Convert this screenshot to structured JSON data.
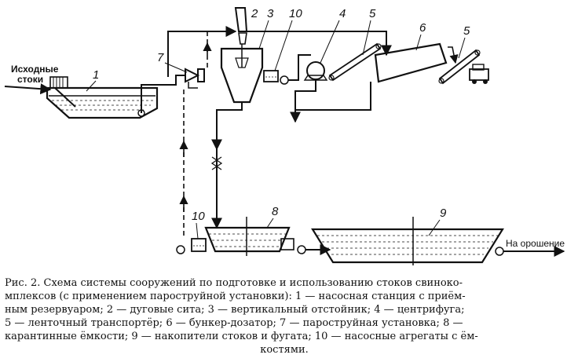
{
  "labels": {
    "source_line1": "Исходные",
    "source_line2": "стоки",
    "to_irrigation": "На орошение"
  },
  "numbers": {
    "n1": "1",
    "n2": "2",
    "n3": "3",
    "n4": "4",
    "n5a": "5",
    "n5b": "5",
    "n6": "6",
    "n7": "7",
    "n8": "8",
    "n9": "9",
    "n10a": "10",
    "n10b": "10"
  },
  "caption": {
    "line1": "Рис. 2. Схема системы сооружений по подготовке и использованию стоков свиноко-",
    "line2": "мплексов (с применением пароструйной установки): 1 — насосная станция с приём-",
    "line3": "ным резервуаром; 2 — дуговые сита; 3 — вертикальный отстойник; 4 — центрифуга;",
    "line4": "5 — ленточный транспортёр; 6 — бункер-дозатор; 7 — пароструйная установка; 8 —",
    "line5": "карантинные ёмкости; 9 — накопители стоков и фугата; 10 — насосные агрегаты с ём-",
    "line6": "костями."
  }
}
